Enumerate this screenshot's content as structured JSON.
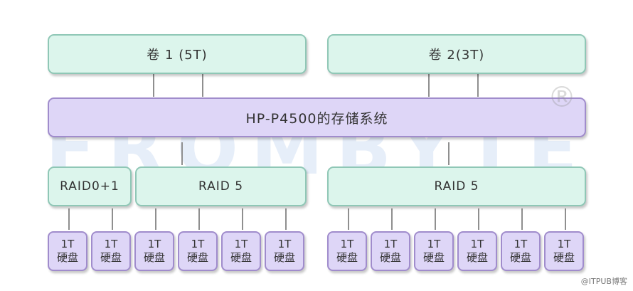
{
  "volumes": [
    {
      "label": "卷 1 (5T)"
    },
    {
      "label": "卷 2(3T)"
    }
  ],
  "storage_system": {
    "label": "HP-P4500的存储系统"
  },
  "raids": [
    {
      "label": "RAID0+1"
    },
    {
      "label": "RAID 5"
    },
    {
      "label": "RAID 5"
    }
  ],
  "disk": {
    "size": "1T",
    "type": "硬盘"
  },
  "watermark": {
    "text": "FROMBYTE",
    "mark": "®"
  },
  "credit": "@ITPUB博客"
}
